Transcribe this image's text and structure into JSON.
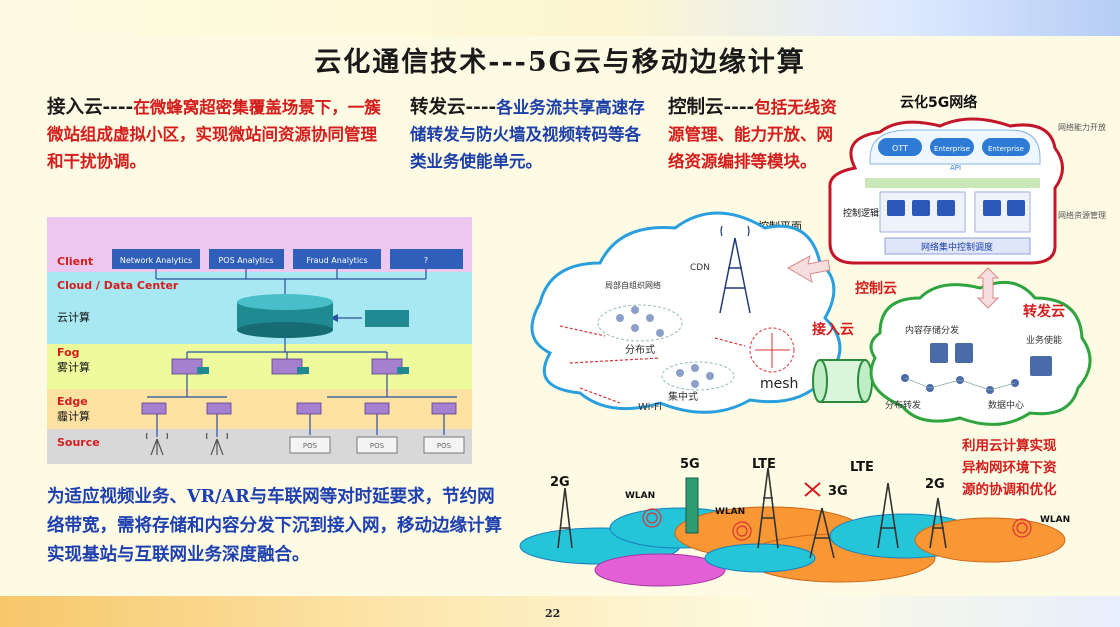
{
  "title": "云化通信技术---5G云与移动边缘计算",
  "access_cloud": {
    "lead": "接入云----",
    "body": "在微蜂窝超密集覆盖场景下，一簇微站组成虚拟小区，实现微站间资源协同管理和干扰协调。"
  },
  "forward_cloud": {
    "lead": "转发云----",
    "body": "各业务流共享高速存储转发与防火墙及视频转码等各类业务使能单元。"
  },
  "control_cloud": {
    "lead": "控制云----",
    "body": "包括无线资源管理、能力开放、网络资源编排等模块。"
  },
  "mec_text": "为适应视频业务、VR/AR与车联网等对时延要求，节约网络带宽，需将存储和内容分发下沉到接入网，移动边缘计算实现基站与互联网业务深度融合。",
  "page_number": "22",
  "fog_diagram": {
    "layers": [
      {
        "name": "Client",
        "cn": ""
      },
      {
        "name": "Cloud / Data Center",
        "cn": "云计算"
      },
      {
        "name": "Fog",
        "cn": "雾计算"
      },
      {
        "name": "Edge",
        "cn": "霾计算"
      },
      {
        "name": "Source",
        "cn": ""
      }
    ],
    "client_boxes": [
      "Network Analytics",
      "POS Analytics",
      "Fraud Analytics",
      "?"
    ],
    "pos_labels": [
      "POS",
      "POS",
      "POS"
    ]
  },
  "network_5g": {
    "title": "云化5G网络",
    "top_right_label": "网络能力开放",
    "side_label": "网络资源管理",
    "control_logic": "控制逻辑",
    "control_plane": "控制平面",
    "central_control": "网络集中控制调度",
    "api": "API",
    "control_cloud_label": "控制云",
    "access_cloud_label": "接入云",
    "forward_cloud_label": "转发云",
    "self_org": "局部自组织网络",
    "distributed": "分布式",
    "centralized": "集中式",
    "cdn": "CDN",
    "mesh": "mesh",
    "wifi": "Wi-Fi",
    "content_storage": "内容存储分发",
    "service_enable": "业务使能",
    "distributed_forward": "分布转发",
    "data_center": "数据中心",
    "hetnet_text": "利用云计算实现异构网环境下资源的协调和优化",
    "towers": [
      "2G",
      "WLAN",
      "5G",
      "LTE",
      "WLAN",
      "3G",
      "LTE",
      "2G",
      "WLAN"
    ],
    "cloud_pills": [
      "OTT",
      "Enterprise",
      "Enterprise"
    ]
  },
  "colors": {
    "red": "#d41d1d",
    "blue": "#1c3fa8",
    "cyan": "#35c9e0"
  }
}
